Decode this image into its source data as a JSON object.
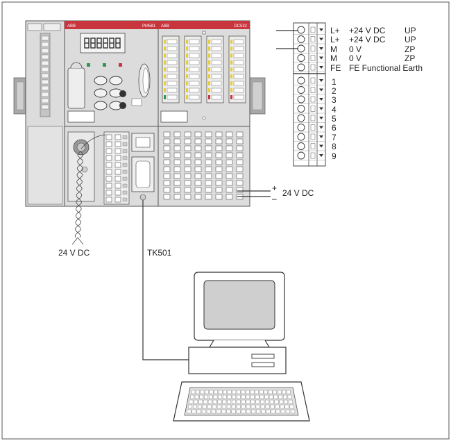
{
  "colors": {
    "module_header": "#c8353c",
    "chassis": "#dcdcdc",
    "chassis_dark": "#b9b9b9",
    "rail": "#9c9c9c",
    "led_yellow": "#e8cf3a",
    "led_green": "#2e9a45",
    "led_red": "#c8353c",
    "line": "#333333",
    "screen": "#cfcfcf"
  },
  "cpu_module": {
    "header_left": "ABB",
    "model": "PM581"
  },
  "io_module": {
    "header_left": "ABB",
    "model": "DC532"
  },
  "terminal_block": {
    "rows": [
      {
        "terminal": "L+",
        "signal": "+24 V DC",
        "note": "UP"
      },
      {
        "terminal": "L+",
        "signal": "+24 V DC",
        "note": "UP"
      },
      {
        "terminal": "M",
        "signal": "0 V",
        "note": "ZP"
      },
      {
        "terminal": "M",
        "signal": "0 V",
        "note": "ZP"
      },
      {
        "terminal": "FE",
        "signal": "FE  Functional Earth",
        "note": ""
      }
    ],
    "numbered": [
      "1",
      "2",
      "3",
      "4",
      "5",
      "6",
      "7",
      "8",
      "9"
    ]
  },
  "labels": {
    "supply_left": "24 V DC",
    "cable": "TK501",
    "io_supply": "24 V DC",
    "plus_sign": "+",
    "minus_sign": "–"
  },
  "icons": {
    "computer": "desktop-computer-icon",
    "keyboard": "keyboard-icon",
    "display": "seven-segment-display-icon"
  }
}
